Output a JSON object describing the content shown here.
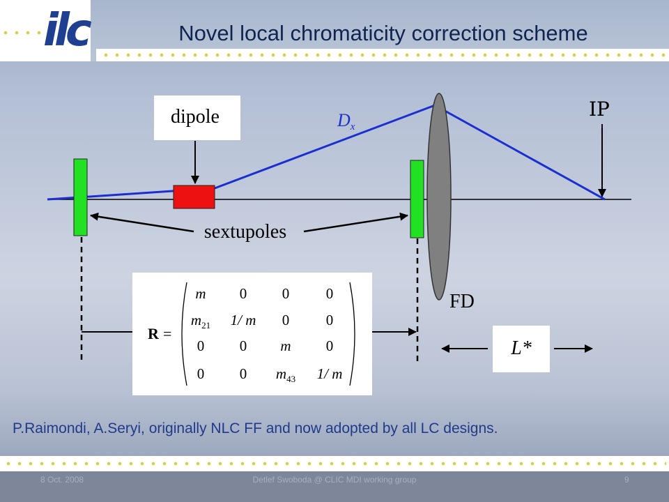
{
  "header": {
    "logo_text": "ilc",
    "title": "Novel local chromaticity correction scheme"
  },
  "diagram": {
    "dipole_label": "dipole",
    "dispersion_label": "D",
    "dispersion_subscript": "x",
    "ip_label": "IP",
    "sextupoles_label": "sextupoles",
    "fd_label": "FD",
    "lstar_label": "L*"
  },
  "matrix": {
    "lhs_symbol": "R",
    "equals": "=",
    "rows": [
      [
        "m",
        "0",
        "0",
        "0"
      ],
      [
        "m21",
        "1/ m",
        "0",
        "0"
      ],
      [
        "0",
        "0",
        "m",
        "0"
      ],
      [
        "0",
        "0",
        "m43",
        "1/ m"
      ]
    ]
  },
  "credit": "P.Raimondi, A.Seryi, originally NLC FF and now adopted by all LC designs.",
  "footer": {
    "date": "8 Oct. 2008",
    "center": "Detlef Swoboda @ CLIC MDI working group",
    "page": "9"
  },
  "colors": {
    "beam": "#1a2fd0",
    "sextupole": "#22e022",
    "dipole": "#ee1111",
    "lens": "#808080",
    "title": "#0f2450",
    "credit": "#1f3a8a",
    "dots": "#d2d24a"
  }
}
